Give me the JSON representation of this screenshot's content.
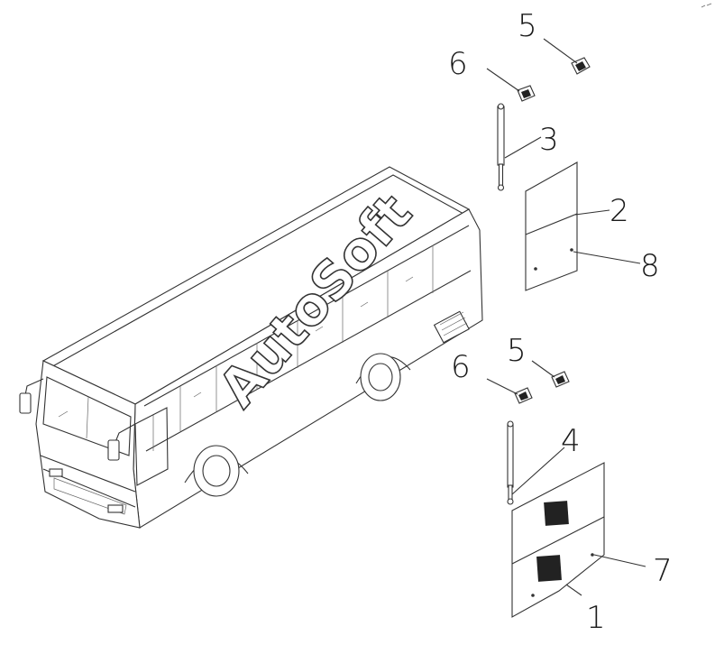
{
  "callouts": {
    "c1": "1",
    "c2": "2",
    "c3": "3",
    "c4": "4",
    "c5a": "5",
    "c5b": "5",
    "c6a": "6",
    "c6b": "6",
    "c7": "7",
    "c8": "8"
  },
  "watermark": "AutoSoft"
}
